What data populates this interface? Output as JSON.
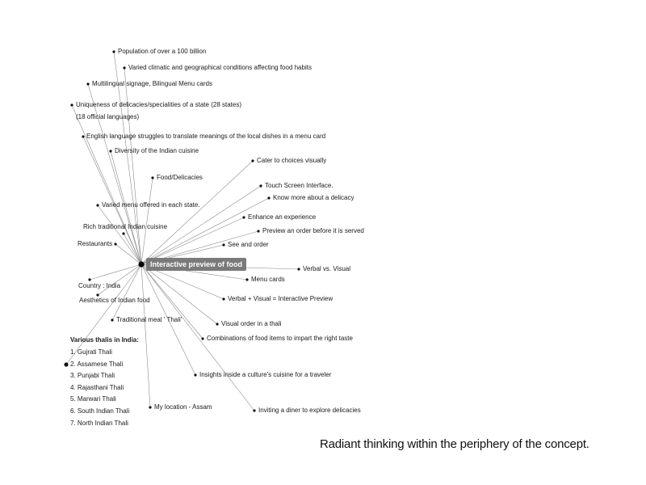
{
  "center": {
    "label": "Interactive preview of food",
    "color": "#7a7a7a"
  },
  "nodes": [
    {
      "id": "population",
      "label": "Population of over a 100 billion"
    },
    {
      "id": "climatic",
      "label": "Varied climatic and geographical conditions affecting food habits"
    },
    {
      "id": "multilingual",
      "label": "Multilingual signage, Bilingual Menu cards"
    },
    {
      "id": "uniqueness",
      "label": "Uniqueness of delicacies/specialities of a state (28 states)"
    },
    {
      "id": "official-languages",
      "label": "(18 official languages)"
    },
    {
      "id": "english-language",
      "label": "English language struggles to translate meanings of the local dishes in a menu card"
    },
    {
      "id": "diversity",
      "label": "Diversity of the Indian cuisine"
    },
    {
      "id": "food-delicacies",
      "label": "Food/Delicacies"
    },
    {
      "id": "varied-menu",
      "label": "Varied menu offered in each state."
    },
    {
      "id": "rich-traditional",
      "label": "Rich traditional Indian cuisine"
    },
    {
      "id": "restaurants",
      "label": "Restaurants"
    },
    {
      "id": "cater-choices",
      "label": "Cater to choices visually"
    },
    {
      "id": "touch-screen",
      "label": "Touch Screen Interface."
    },
    {
      "id": "know-more",
      "label": "Know more about a delicacy"
    },
    {
      "id": "enhance-experience",
      "label": "Enhance an experience"
    },
    {
      "id": "preview-order",
      "label": "Preview an order before it is served"
    },
    {
      "id": "see-and-order",
      "label": "See and order"
    },
    {
      "id": "verbal-vs-visual",
      "label": "Verbal vs. Visual"
    },
    {
      "id": "menu-cards",
      "label": "Menu cards"
    },
    {
      "id": "verbal-plus-visual",
      "label": "Verbal + Visual = Interactive Preview"
    },
    {
      "id": "visual-order",
      "label": "Visual order in a thali"
    },
    {
      "id": "combinations",
      "label": "Combinations of food items to impart the right taste"
    },
    {
      "id": "insights",
      "label": "Insights inside a culture's cuisine for a traveler"
    },
    {
      "id": "inviting-diner",
      "label": "Inviting a diner to explore delicacies"
    },
    {
      "id": "my-location",
      "label": "My location - Assam"
    },
    {
      "id": "traditional-meal",
      "label": "Traditional meal ' Thali'"
    },
    {
      "id": "aesthetics",
      "label": "Aesthetics of Indian food"
    },
    {
      "id": "country",
      "label": "Country : India"
    }
  ],
  "thalis": {
    "heading": "Various thalis in India:",
    "items": [
      "1. Gujrati Thali",
      "2. Assamese Thali",
      "3. Punjabi Thali",
      "4. Rajasthani Thali",
      "5. Marwari Thali",
      "6. South Indian Thali",
      "7. North Indian Thali"
    ]
  },
  "caption": "Radiant thinking within the periphery of the concept."
}
